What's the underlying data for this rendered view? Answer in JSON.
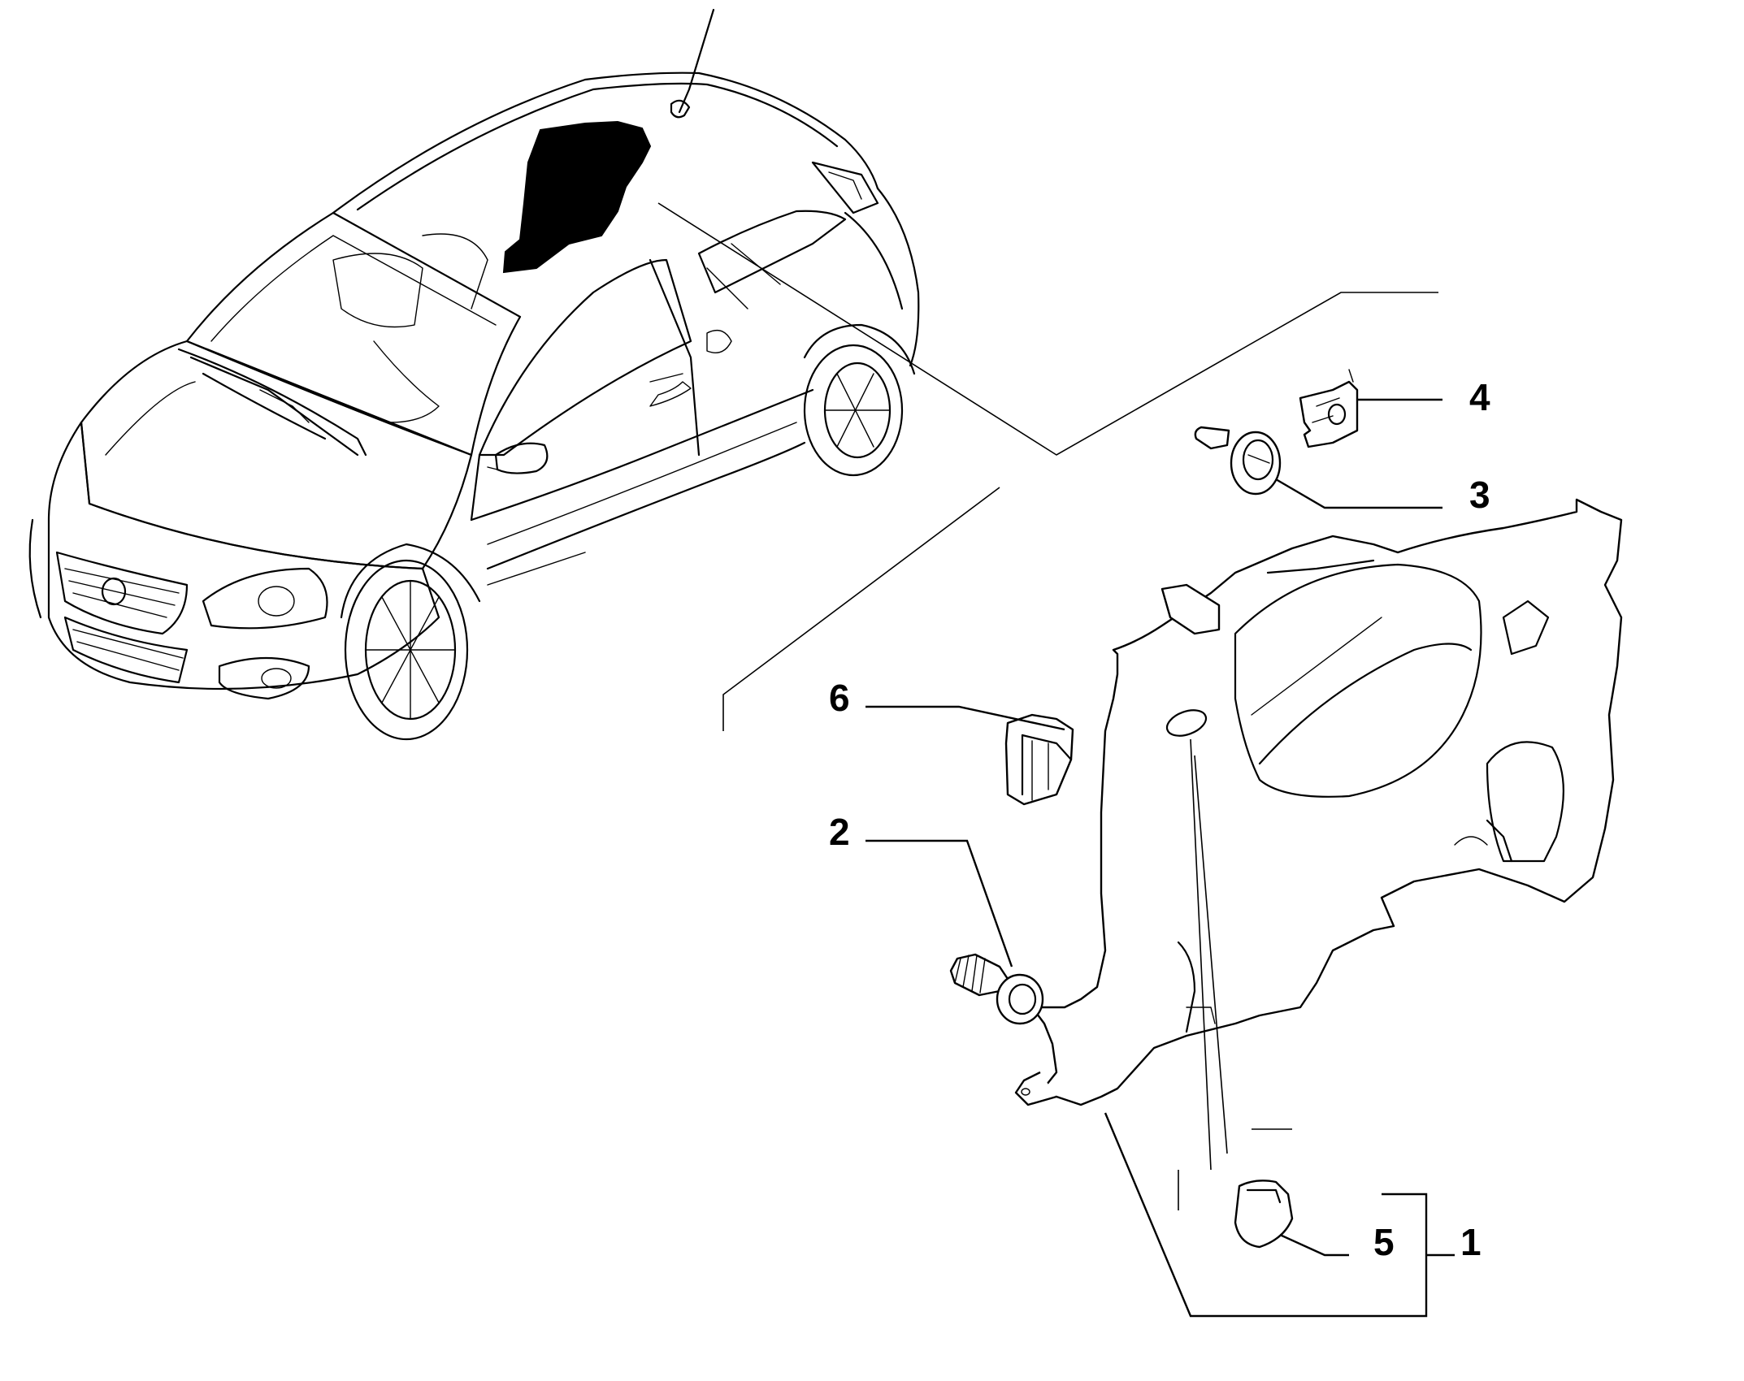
{
  "callouts": [
    {
      "id": "1",
      "label": "1"
    },
    {
      "id": "2",
      "label": "2"
    },
    {
      "id": "3",
      "label": "3"
    },
    {
      "id": "4",
      "label": "4"
    },
    {
      "id": "5",
      "label": "5"
    },
    {
      "id": "6",
      "label": "6"
    }
  ],
  "icons": {
    "car": "car-outline-icon",
    "highlight": "interior-panel-highlight-icon",
    "panel": "rear-side-trim-panel-icon",
    "bolt": "bolt-icon",
    "screw": "screw-icon",
    "clip": "clip-icon",
    "plug": "plug-icon",
    "fastener": "fastener-icon"
  },
  "colors": {
    "line": "#000000",
    "background": "#ffffff"
  }
}
